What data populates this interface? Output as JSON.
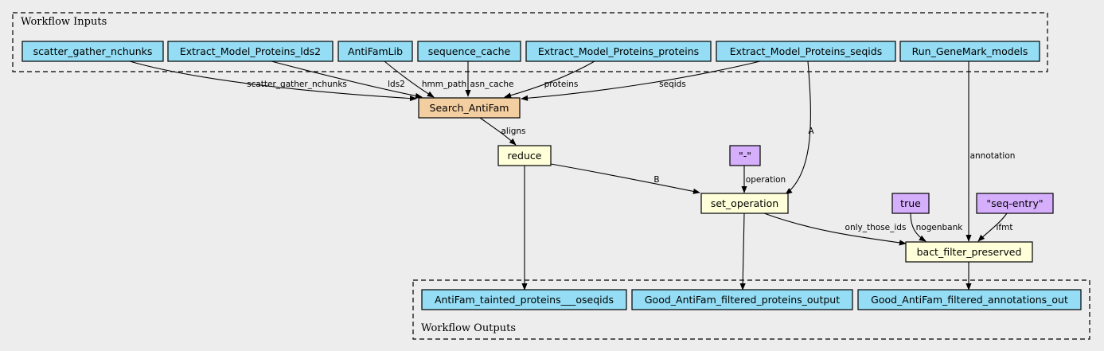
{
  "clusters": {
    "inputs": "Workflow Inputs",
    "outputs": "Workflow Outputs"
  },
  "colors": {
    "input": "#94ddf4",
    "step": "#f3cea1",
    "op": "#ffffd9",
    "constant": "#d5aefc",
    "output": "#94ddf4"
  },
  "nodes": {
    "scatter_gather_nchunks": "scatter_gather_nchunks",
    "extract_lds2": "Extract_Model_Proteins_lds2",
    "antifamlib": "AntiFamLib",
    "sequence_cache": "sequence_cache",
    "extract_proteins": "Extract_Model_Proteins_proteins",
    "extract_seqids": "Extract_Model_Proteins_seqids",
    "run_genemark": "Run_GeneMark_models",
    "search_antifam": "Search_AntiFam",
    "reduce": "reduce",
    "dash_const": "\"-\"",
    "set_operation": "set_operation",
    "true_const": "true",
    "seq_entry_const": "\"seq-entry\"",
    "bact_filter": "bact_filter_preserved",
    "out_tainted": "AntiFam_tainted_proteins___oseqids",
    "out_proteins": "Good_AntiFam_filtered_proteins_output",
    "out_annotations": "Good_AntiFam_filtered_annotations_out"
  },
  "edges": {
    "scatter_gather_nchunks": "scatter_gather_nchunks",
    "lds2": "lds2",
    "hmm_path": "hmm_path",
    "asn_cache": "asn_cache",
    "proteins": "proteins",
    "seqids": "seqids",
    "aligns": "aligns",
    "A": "A",
    "B": "B",
    "operation": "operation",
    "annotation": "annotation",
    "only_those_ids": "only_those_ids",
    "nogenbank": "nogenbank",
    "ifmt": "ifmt"
  }
}
